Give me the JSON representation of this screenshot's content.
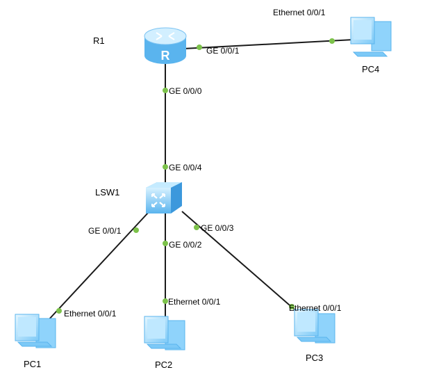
{
  "colors": {
    "link": "#1a1a1a",
    "port_dot": "#7cc24a",
    "device_light": "#cdeeff",
    "device_mid": "#8fd3fb",
    "device_dark": "#4aa8e8"
  },
  "devices": {
    "r1": {
      "label": "R1",
      "icon": "router-icon"
    },
    "lsw1": {
      "label": "LSW1",
      "icon": "switch-icon"
    },
    "pc1": {
      "label": "PC1",
      "icon": "pc-icon"
    },
    "pc2": {
      "label": "PC2",
      "icon": "pc-icon"
    },
    "pc3": {
      "label": "PC3",
      "icon": "pc-icon"
    },
    "pc4": {
      "label": "PC4",
      "icon": "pc-icon"
    }
  },
  "links": [
    {
      "from": "R1",
      "from_port": "GE 0/0/1",
      "to": "PC4",
      "to_port": "Ethernet 0/0/1"
    },
    {
      "from": "R1",
      "from_port": "GE 0/0/0",
      "to": "LSW1",
      "to_port": "GE 0/0/4"
    },
    {
      "from": "LSW1",
      "from_port": "GE 0/0/1",
      "to": "PC1",
      "to_port": "Ethernet 0/0/1"
    },
    {
      "from": "LSW1",
      "from_port": "GE 0/0/2",
      "to": "PC2",
      "to_port": "Ethernet 0/0/1"
    },
    {
      "from": "LSW1",
      "from_port": "GE 0/0/3",
      "to": "PC3",
      "to_port": "Ethernet 0/0/1"
    }
  ]
}
